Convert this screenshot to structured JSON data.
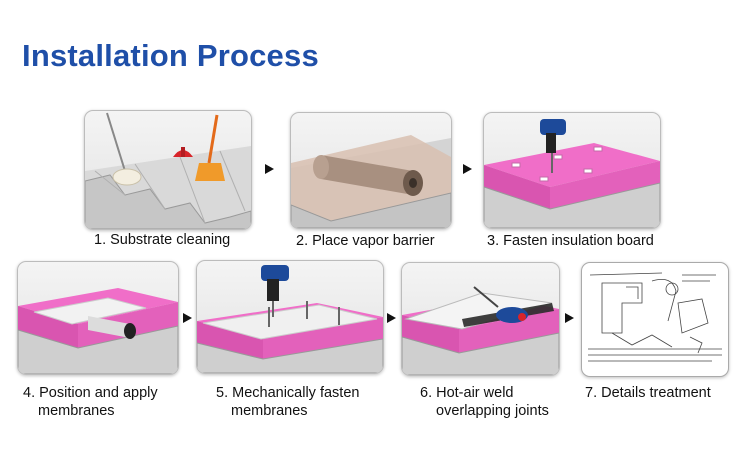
{
  "title": "Installation Process",
  "steps": [
    {
      "line1": "1. Substrate cleaning",
      "line2": ""
    },
    {
      "line1": "2. Place vapor barrier",
      "line2": ""
    },
    {
      "line1": "3. Fasten insulation board",
      "line2": ""
    },
    {
      "line1": "4. Position and apply",
      "line2": "membranes"
    },
    {
      "line1": "5. Mechanically fasten",
      "line2": "membranes"
    },
    {
      "line1": "6. Hot-air weld",
      "line2": "overlapping joints"
    },
    {
      "line1": "7. Details treatment",
      "line2": ""
    }
  ],
  "colors": {
    "title": "#1f4fa8",
    "insulation": "#f06ec8",
    "metal": "#cfcfcf",
    "membrane": "#eeeeee",
    "drill": "#1d4a9a"
  },
  "icons": [
    "mop-icon",
    "broom-icon",
    "bucket-icon",
    "roll-icon",
    "drill-icon",
    "screw-icon",
    "welder-icon",
    "drawing-icon",
    "arrow-icon"
  ]
}
